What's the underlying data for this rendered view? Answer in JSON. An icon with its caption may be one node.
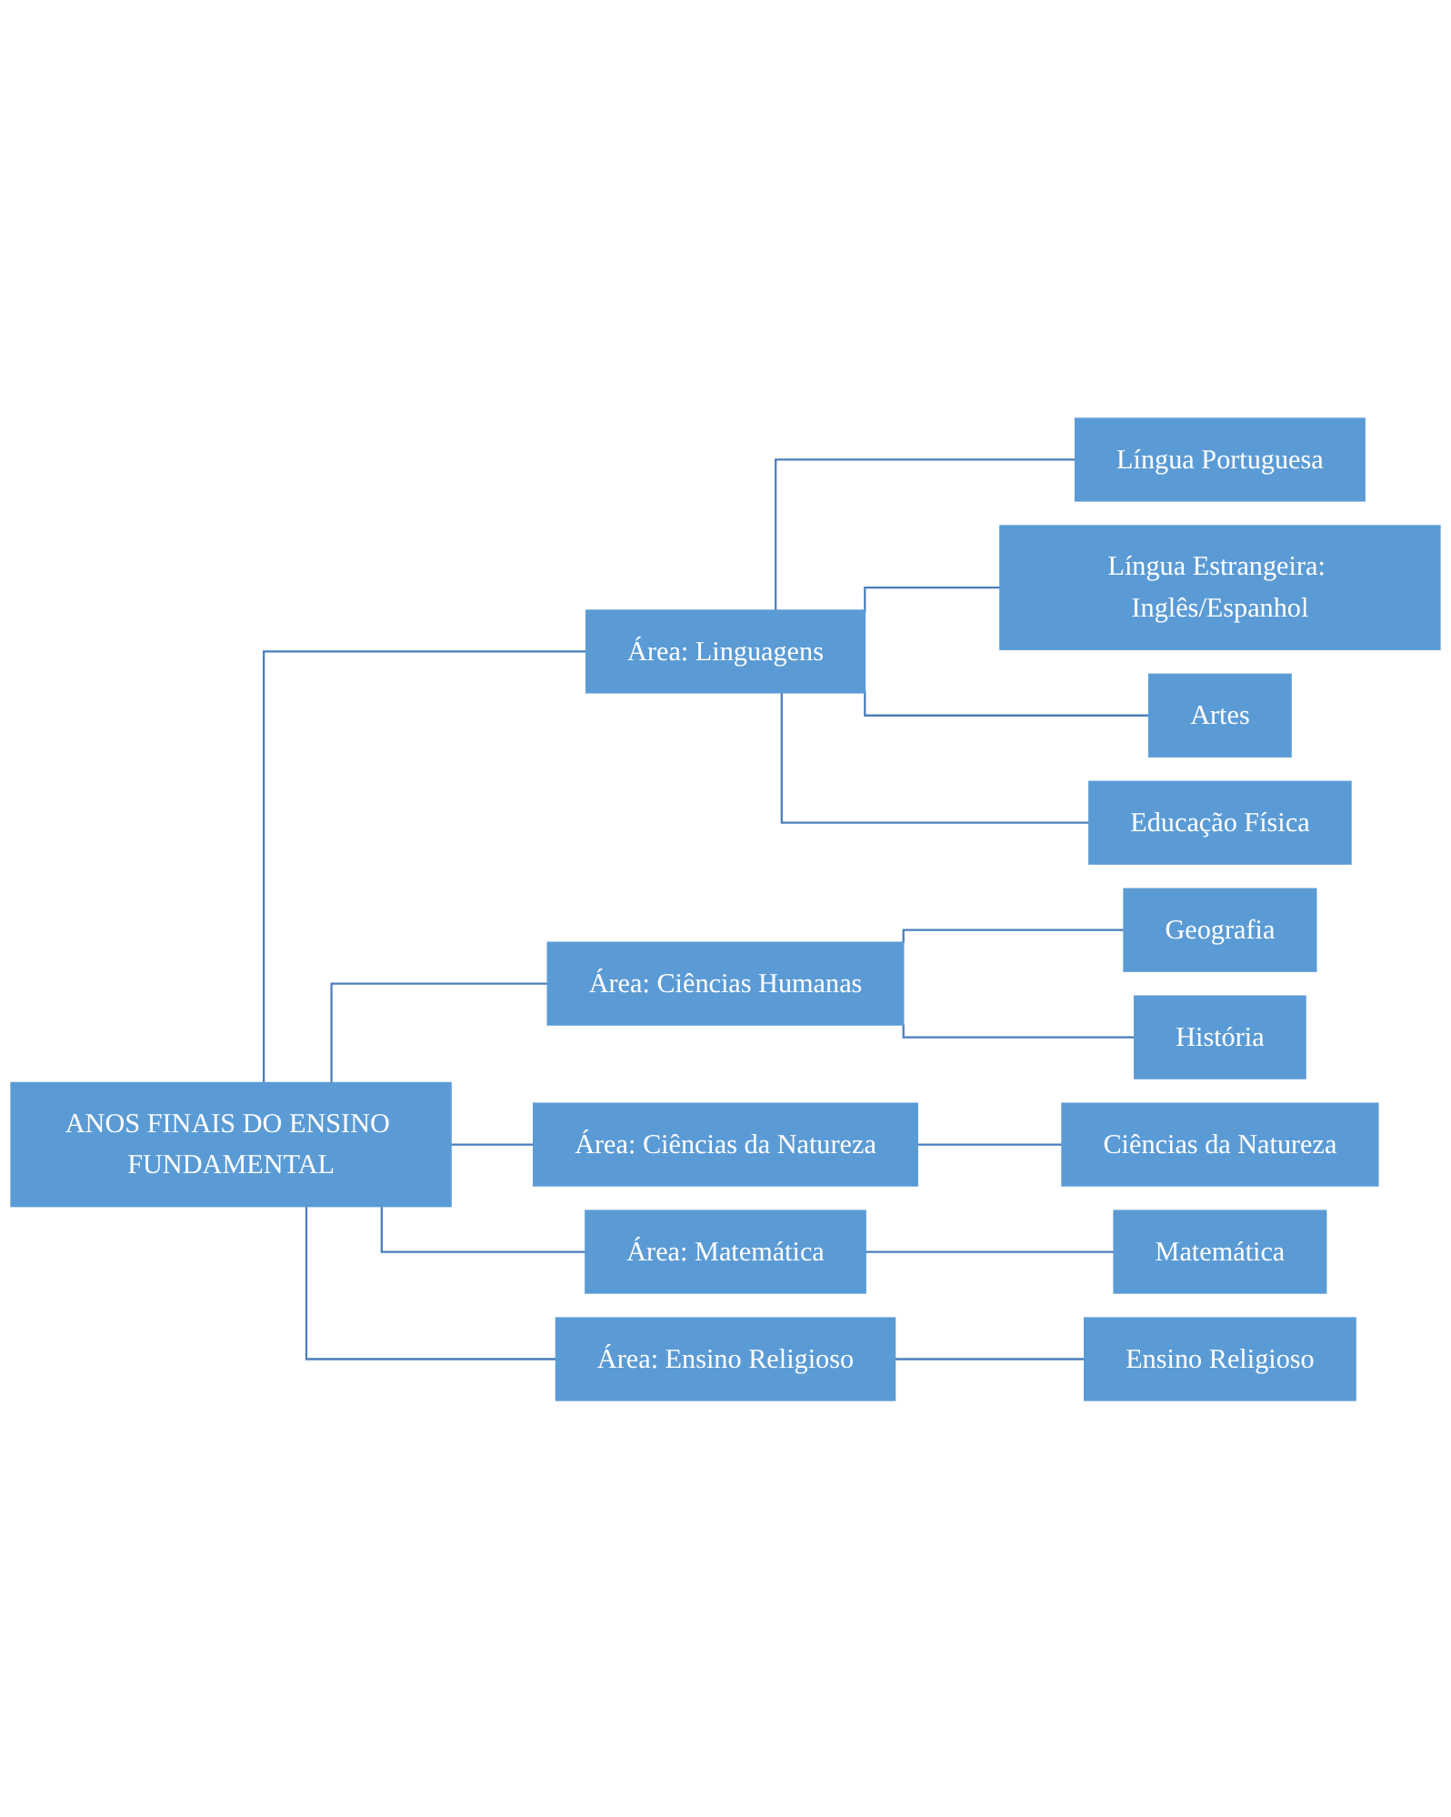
{
  "diagram": {
    "nodes": [
      {
        "text": [
          "ANOS FINAIS DO ENSINO FUNDAMENTAL"
        ]
      },
      {
        "text": [
          "Área: Linguagens"
        ]
      },
      {
        "text": [
          "Língua Portuguesa"
        ]
      },
      {
        "text": [
          "Língua Estrangeira: Inglês/Espanhol"
        ]
      },
      {
        "text": [
          "Artes"
        ]
      },
      {
        "text": [
          "Educação Física"
        ]
      },
      {
        "text": [
          "Área: Ciências Humanas"
        ]
      },
      {
        "text": [
          "Geografia"
        ]
      },
      {
        "text": [
          "História"
        ]
      },
      {
        "text": [
          "Área: Ciências da Natureza"
        ]
      },
      {
        "text": [
          "Ciências da Natureza"
        ]
      },
      {
        "text": [
          "Área: Matemática"
        ]
      },
      {
        "text": [
          "Matemática"
        ]
      },
      {
        "text": [
          "Área: Ensino Religioso"
        ]
      },
      {
        "text": [
          "Ensino Religioso"
        ]
      }
    ],
    "edges": [
      {
        "from": 0,
        "to": 1,
        "arrow": "none"
      },
      {
        "from": 1,
        "to": 2,
        "arrow": "none"
      },
      {
        "from": 1,
        "to": 3,
        "arrow": "none"
      },
      {
        "from": 1,
        "to": 4,
        "arrow": "none"
      },
      {
        "from": 1,
        "to": 5,
        "arrow": "none"
      },
      {
        "from": 0,
        "to": 6,
        "arrow": "none"
      },
      {
        "from": 6,
        "to": 7,
        "arrow": "none"
      },
      {
        "from": 6,
        "to": 8,
        "arrow": "none"
      },
      {
        "from": 0,
        "to": 9,
        "arrow": "none"
      },
      {
        "from": 9,
        "to": 10,
        "arrow": "none"
      },
      {
        "from": 0,
        "to": 11,
        "arrow": "none"
      },
      {
        "from": 11,
        "to": 12,
        "arrow": "none"
      },
      {
        "from": 0,
        "to": 13,
        "arrow": "none"
      },
      {
        "from": 13,
        "to": 14,
        "arrow": "none"
      }
    ]
  }
}
